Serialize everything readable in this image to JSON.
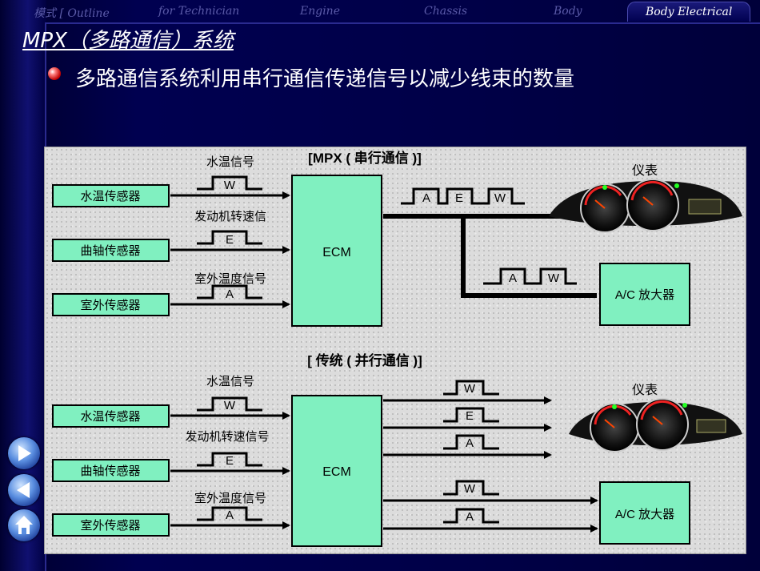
{
  "nav": {
    "tabs": [
      "模式 [ Outline",
      "for Technician",
      "Engine",
      "Chassis",
      "Body",
      "Body Electrical"
    ],
    "active": "Body Electrical"
  },
  "slide": {
    "title": "MPX（多路通信）系统",
    "bullet": "多路通信系统利用串行通信传递信号以减少线束的数量"
  },
  "diagram": {
    "top": {
      "heading": "[MPX ( 串行通信 )]",
      "sensors": [
        "水温传感器",
        "曲轴传感器",
        "室外传感器"
      ],
      "signal_labels": [
        "水温信号",
        "发动机转速信",
        "室外温度信号"
      ],
      "pulse_letters": [
        "W",
        "E",
        "A"
      ],
      "ecm": "ECM",
      "bus_pulses_meter": [
        "A",
        "E",
        "W"
      ],
      "bus_pulses_ac": [
        "A",
        "W"
      ],
      "meter_label": "仪表",
      "ac_label": "A/C  放大器"
    },
    "bottom": {
      "heading": "[ 传统  ( 并行通信 )]",
      "sensors": [
        "水温传感器",
        "曲轴传感器",
        "室外传感器"
      ],
      "signal_labels": [
        "水温信号",
        "发动机转速信号",
        "室外温度信号"
      ],
      "pulse_letters": [
        "W",
        "E",
        "A"
      ],
      "ecm": "ECM",
      "out_pulses": [
        "W",
        "E",
        "A",
        "W",
        "A"
      ],
      "meter_label": "仪表",
      "ac_label": "A/C  放大器"
    }
  },
  "side_buttons": [
    "next-arrow-icon",
    "previous-arrow-icon",
    "home-icon"
  ],
  "colors": {
    "background": "#00003c",
    "box_fill": "#80f0c0",
    "panel": "#dcdcdc"
  }
}
